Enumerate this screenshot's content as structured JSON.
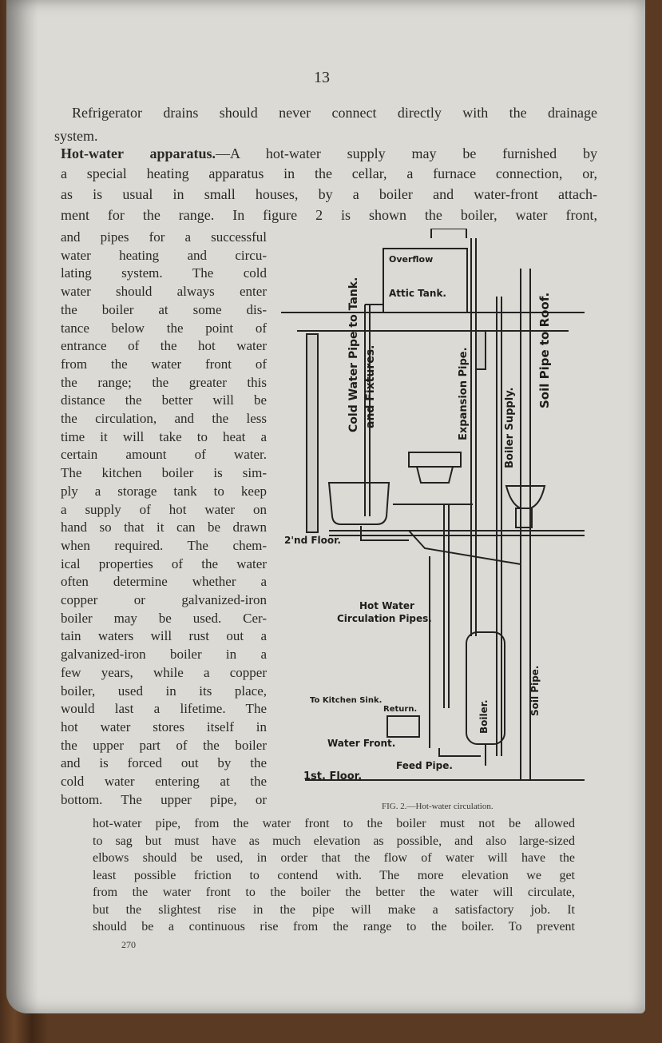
{
  "page_number": "13",
  "footer_code": "270",
  "intro_lines": [
    "Refrigerator drains should never connect directly with the drainage",
    "system."
  ],
  "heading": "Hot-water apparatus.",
  "para_full_lines": [
    "—A hot-water supply may be furnished by",
    "a special heating apparatus in the cellar, a furnace connection, or,",
    "as is usual in small houses, by a boiler and water-front attach-",
    "ment for the range. In figure 2 is shown the boiler, water front,"
  ],
  "para_narrow_lines": [
    "and pipes for a successful",
    "water heating and circu-",
    "lating system. The cold",
    "water should always enter",
    "the boiler at some dis-",
    "tance below the point of",
    "entrance of the hot water",
    "from the water front of",
    "the range; the greater this",
    "distance the better will be",
    "the circulation, and the less",
    "time it will take to heat a",
    "certain amount of water.",
    "The kitchen boiler is sim-",
    "ply a storage tank to keep",
    "a supply of hot water on",
    "hand so that it can be drawn",
    "when required. The chem-",
    "ical properties of the water",
    "often determine whether a",
    "copper or galvanized-iron",
    "boiler may be used. Cer-",
    "tain waters will rust out a",
    "galvanized-iron boiler in a",
    "few years, while a copper",
    "boiler, used in its place,",
    "would last a lifetime. The",
    "hot water stores itself in",
    "the upper part of the boiler",
    "and is forced out by the",
    "cold water entering at the",
    "bottom. The upper pipe, or"
  ],
  "para_bottom_lines": [
    "hot-water pipe, from the water front to the boiler must not be allowed",
    "to sag but must have as much elevation as possible, and also large-sized",
    "elbows should be used, in order that the flow of water will have the",
    "least possible friction to contend with. The more elevation we get",
    "from the water front to the boiler the better the water will circulate,",
    "but the slightest rise in the pipe will make a satisfactory job. It",
    "should be a continuous rise from the range to the boiler. To prevent"
  ],
  "figure": {
    "caption": "FIG. 2.—Hot-water circulation.",
    "labels": {
      "overflow": "Overflow",
      "attic_tank": "Attic Tank.",
      "cold_water": "Cold Water Pipe to Tank.",
      "fixtures": "and Fixtures.",
      "expansion": "Expansion Pipe.",
      "boiler_supply": "Boiler Supply.",
      "soil_roof": "Soil Pipe to Roof.",
      "second_floor": "2'nd Floor.",
      "hot_water": "Hot Water",
      "circulation_pipes": "Circulation Pipes.",
      "kitchen_sink": "To Kitchen Sink.",
      "return": "Return.",
      "water_front": "Water Front.",
      "boiler": "Boiler.",
      "soil_pipe": "Soil Pipe.",
      "feed_pipe": "Feed Pipe.",
      "first_floor": "1st. Floor."
    }
  }
}
